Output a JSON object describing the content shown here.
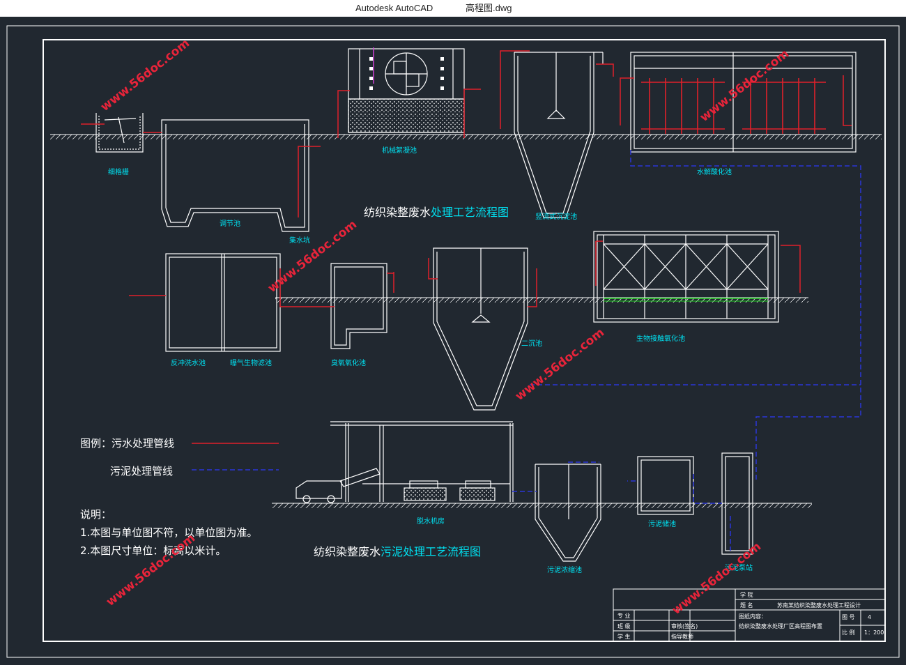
{
  "window": {
    "app_name": "Autodesk AutoCAD",
    "file_name": "高程图.dwg"
  },
  "colors": {
    "background": "#212830",
    "structure": "#ffffff",
    "sewage_line": "#e0202a",
    "sludge_line": "#2a35d8",
    "label": "#00e0f0",
    "watermark": "#e8243a"
  },
  "titles": {
    "process_prefix": "纺织染整废水",
    "process_suffix": "处理工艺流程图",
    "sludge_prefix": "纺织染整废水",
    "sludge_suffix": "污泥处理工艺流程图"
  },
  "units": {
    "screen": "细格栅",
    "equalization": "调节池",
    "sump": "集水坑",
    "mixing": "机械絮凝池",
    "vertical_settler": "竖流式沉淀池",
    "hydrolysis": "水解酸化池",
    "biocontact": "生物接触氧化池",
    "secondary": "二沉池",
    "ozone": "臭氧氧化池",
    "backwash": "反冲洗水池",
    "baf": "曝气生物滤池",
    "dewatering": "脱水机房",
    "thickener": "污泥浓缩池",
    "sludge_storage": "污泥储池",
    "pump_station": "污泥泵站"
  },
  "legend": {
    "heading": "图例：污水处理管线",
    "sludge": "污泥处理管线"
  },
  "notes": {
    "heading": "说明：",
    "line1": "1.本图与单位图不符，以单位图为准。",
    "line2": "2.本图尺寸单位：标高以米计。"
  },
  "watermark": {
    "text": "www.56doc.com"
  },
  "title_block": {
    "school_label": "学 院",
    "topic_label": "题 名",
    "topic": "苏南某纺织染整废水处理工程设计",
    "content_label": "图纸内容：",
    "content": "纺织染整废水处理厂区高程图布置",
    "sheet_label": "图 号",
    "sheet_no": "4",
    "scale_label": "比 例",
    "scale": "1：200",
    "role1": "专 业",
    "role2": "班 级",
    "role3": "学 生",
    "sig1": "审核(签名)",
    "sig2": "指导教师"
  }
}
